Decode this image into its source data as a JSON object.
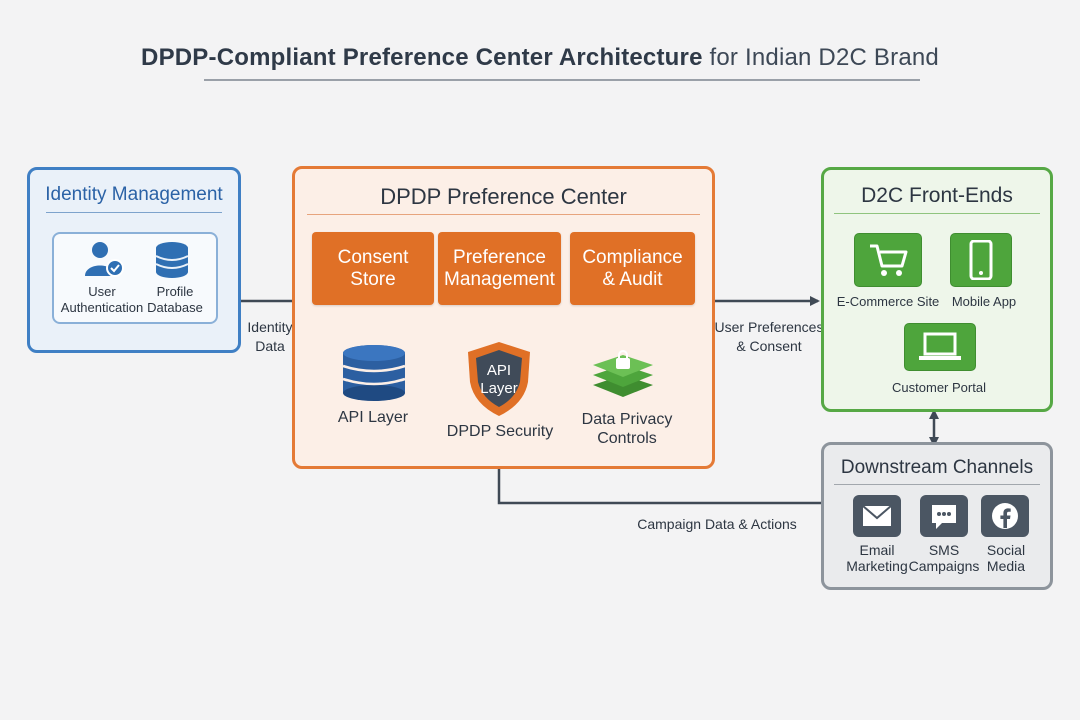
{
  "title": {
    "bold": "DPDP-Compliant Preference Center Architecture",
    "rest": "for Indian D2C Brand"
  },
  "identity": {
    "title": "Identity Management",
    "user_auth": "User\nAuthentication",
    "profile_db": "Profile\nDatabase"
  },
  "center": {
    "title": "DPDP Preference Center",
    "consent_store": "Consent\nStore",
    "preference_mgmt": "Preference\nManagement",
    "compliance_audit": "Compliance\n& Audit",
    "api_layer_label": "API Layer",
    "shield_text": "API\nLayer",
    "security_label": "DPDP Security",
    "privacy_label": "Data Privacy\nControls"
  },
  "frontends": {
    "title": "D2C Front-Ends",
    "ecommerce": "E-Commerce Site",
    "mobile": "Mobile App",
    "portal": "Customer Portal"
  },
  "downstream": {
    "title": "Downstream Channels",
    "email": "Email\nMarketing",
    "sms": "SMS\nCampaigns",
    "social": "Social\nMedia"
  },
  "edges": {
    "identity_data": "Identity\nData",
    "user_prefs": "User Preferences\n& Consent",
    "campaign": "Campaign Data & Actions"
  },
  "colors": {
    "blue": "#3f7fc4",
    "orange": "#e07026",
    "green": "#4ea53c",
    "gray": "#4b5663"
  }
}
